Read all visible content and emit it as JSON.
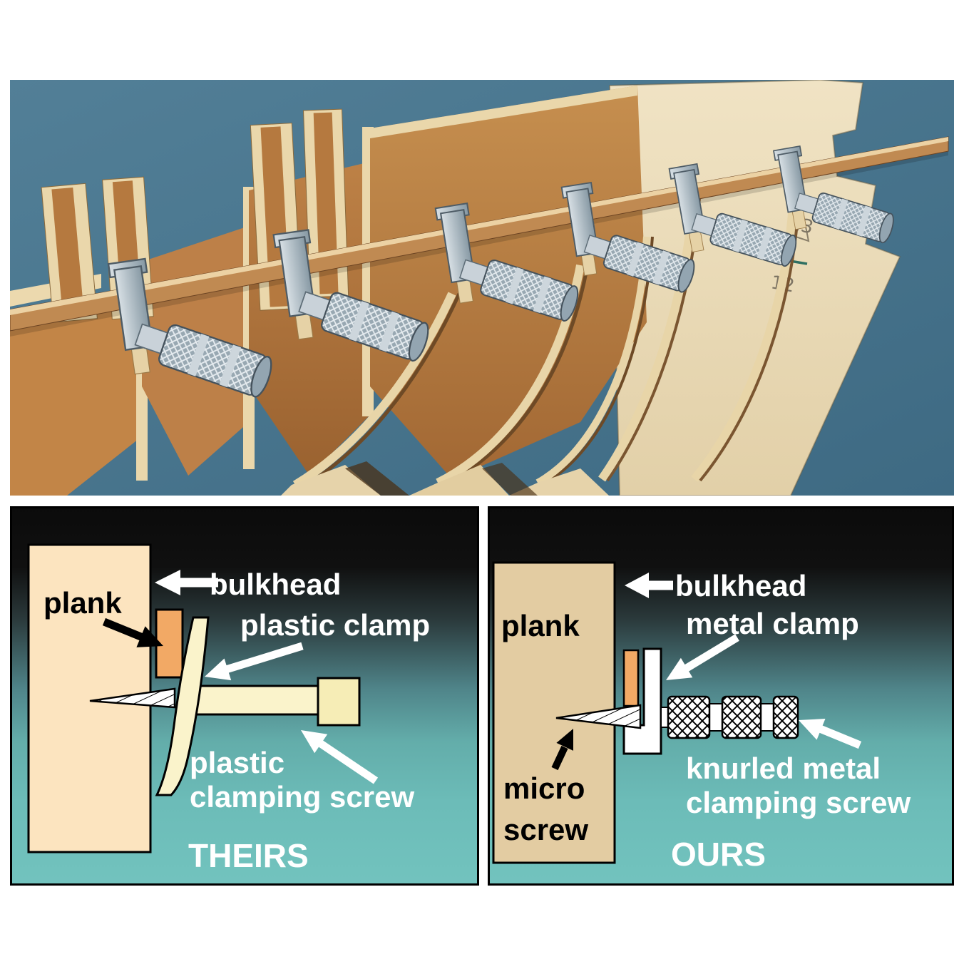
{
  "photo": {
    "pencil_marks": [
      "13",
      "12"
    ]
  },
  "theirs": {
    "title": "THEIRS",
    "label_plank": "plank",
    "label_bulkhead": "bulkhead",
    "label_clamp": "plastic clamp",
    "label_screw_line1": "plastic",
    "label_screw_line2": "clamping screw"
  },
  "ours": {
    "title": "OURS",
    "label_plank": "plank",
    "label_bulkhead": "bulkhead",
    "label_clamp": "metal clamp",
    "label_micro_line1": "micro",
    "label_micro_line2": "screw",
    "label_screw_line1": "knurled metal",
    "label_screw_line2": "clamping screw"
  },
  "colors": {
    "background": "#ffffff",
    "panel_top_black": "#0b0b0b",
    "panel_teal": "#6fc0bb",
    "photo_sky": "#48738c",
    "wood_brown": "#b97e45",
    "plywood_cream": "#e9d6ad",
    "stern_pale": "#ecdcba",
    "plank_strip": "#c08a52",
    "metal_gray": "#aebbc4",
    "diagram_bulkhead_left": "#fce4bf",
    "diagram_bulkhead_right": "#e3cca2",
    "diagram_plank_orange": "#f2a965",
    "diagram_plastic_cream": "#faf3cb",
    "label_white": "#ffffff",
    "label_black": "#000000"
  }
}
